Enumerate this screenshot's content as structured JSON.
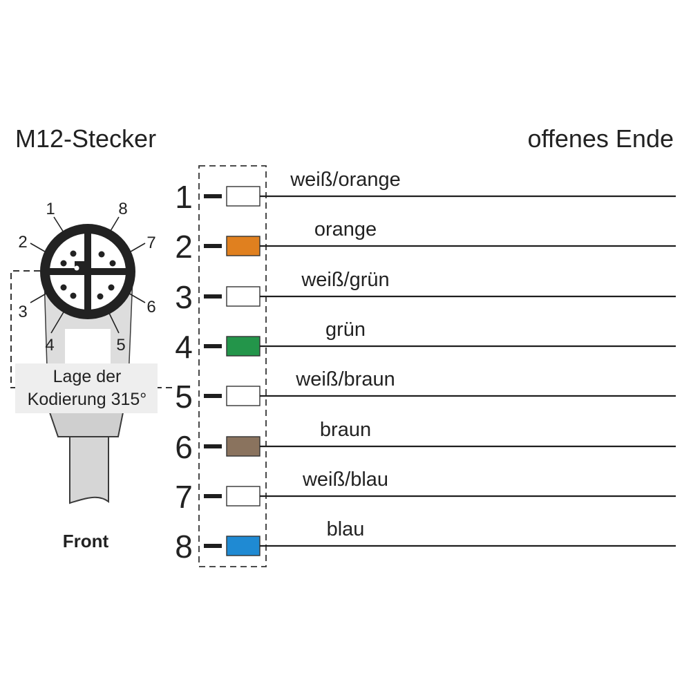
{
  "connector_title": "M12-Stecker",
  "open_end_title": "offenes Ende",
  "front_label": "Front",
  "coding_label_line1": "Lage der",
  "coding_label_line2": "Kodierung 315°",
  "face_pins": [
    "1",
    "2",
    "3",
    "4",
    "5",
    "6",
    "7",
    "8"
  ],
  "wires": [
    {
      "pin": "1",
      "label": "weiß/orange",
      "color": "#ffffff"
    },
    {
      "pin": "2",
      "label": "orange",
      "color": "#e0801f"
    },
    {
      "pin": "3",
      "label": "weiß/grün",
      "color": "#ffffff"
    },
    {
      "pin": "4",
      "label": "grün",
      "color": "#23954a"
    },
    {
      "pin": "5",
      "label": "weiß/braun",
      "color": "#ffffff"
    },
    {
      "pin": "6",
      "label": "braun",
      "color": "#8a735e"
    },
    {
      "pin": "7",
      "label": "weiß/blau",
      "color": "#ffffff"
    },
    {
      "pin": "8",
      "label": "blau",
      "color": "#1f8ad3"
    }
  ],
  "colors": {
    "line": "#1e1e1e",
    "connector_body": "#dcdcdc",
    "connector_outline": "#3a3a3a",
    "face_ring": "#222222"
  }
}
